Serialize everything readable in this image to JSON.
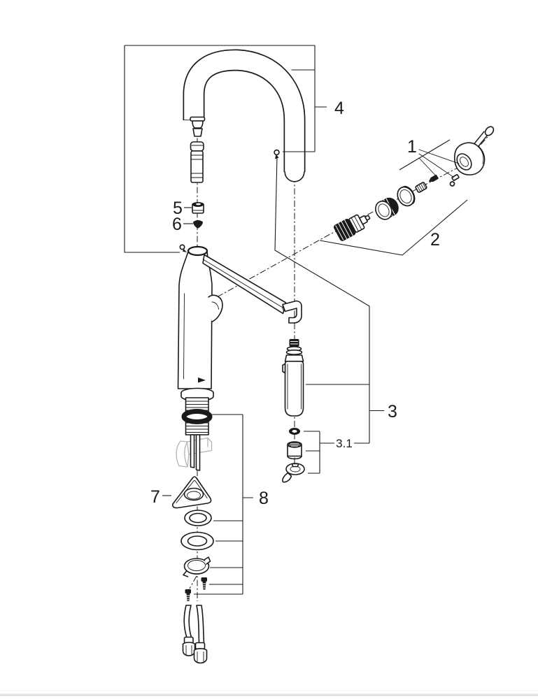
{
  "diagram": {
    "kind": "exploded-parts-diagram",
    "subject": "single-lever kitchen faucet with pull-out spray",
    "callouts": [
      {
        "label": "1",
        "target": "handle-group"
      },
      {
        "label": "2",
        "target": "cartridge-group"
      },
      {
        "label": "3",
        "target": "spray-head"
      },
      {
        "label": "3.1",
        "target": "aerator-group"
      },
      {
        "label": "4",
        "target": "spout"
      },
      {
        "label": "5",
        "target": "check-valve"
      },
      {
        "label": "6",
        "target": "seal-cone"
      },
      {
        "label": "7",
        "target": "mounting-triangle"
      },
      {
        "label": "8",
        "target": "mounting-hardware-group"
      }
    ]
  },
  "colors": {
    "ink": "#1a1a1a",
    "ghost": "#b3b3b3",
    "paper": "#ffffff",
    "edge": "#e2e2e2"
  }
}
